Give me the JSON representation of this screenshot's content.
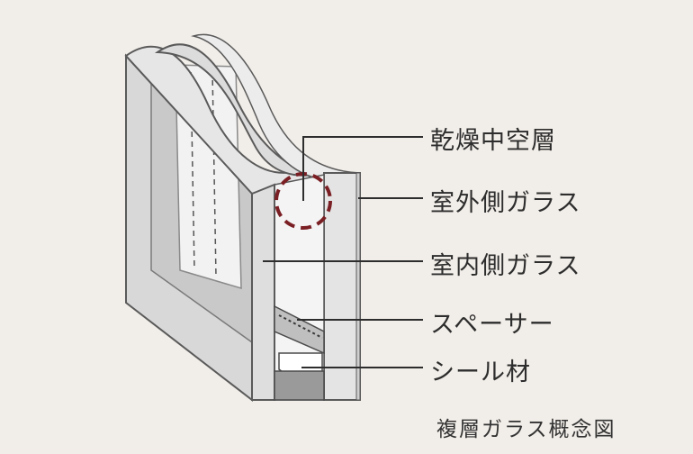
{
  "labels": {
    "dry_air_layer": "乾燥中空層",
    "outer_glass": "室外側ガラス",
    "inner_glass": "室内側ガラス",
    "spacer": "スペーサー",
    "sealant": "シール材"
  },
  "caption": "複層ガラス概念図",
  "colors": {
    "background": "#f1ede8",
    "highlight_circle": "#7a1f24",
    "outline": "#5a5a5a",
    "leader": "#2d2d2d"
  }
}
